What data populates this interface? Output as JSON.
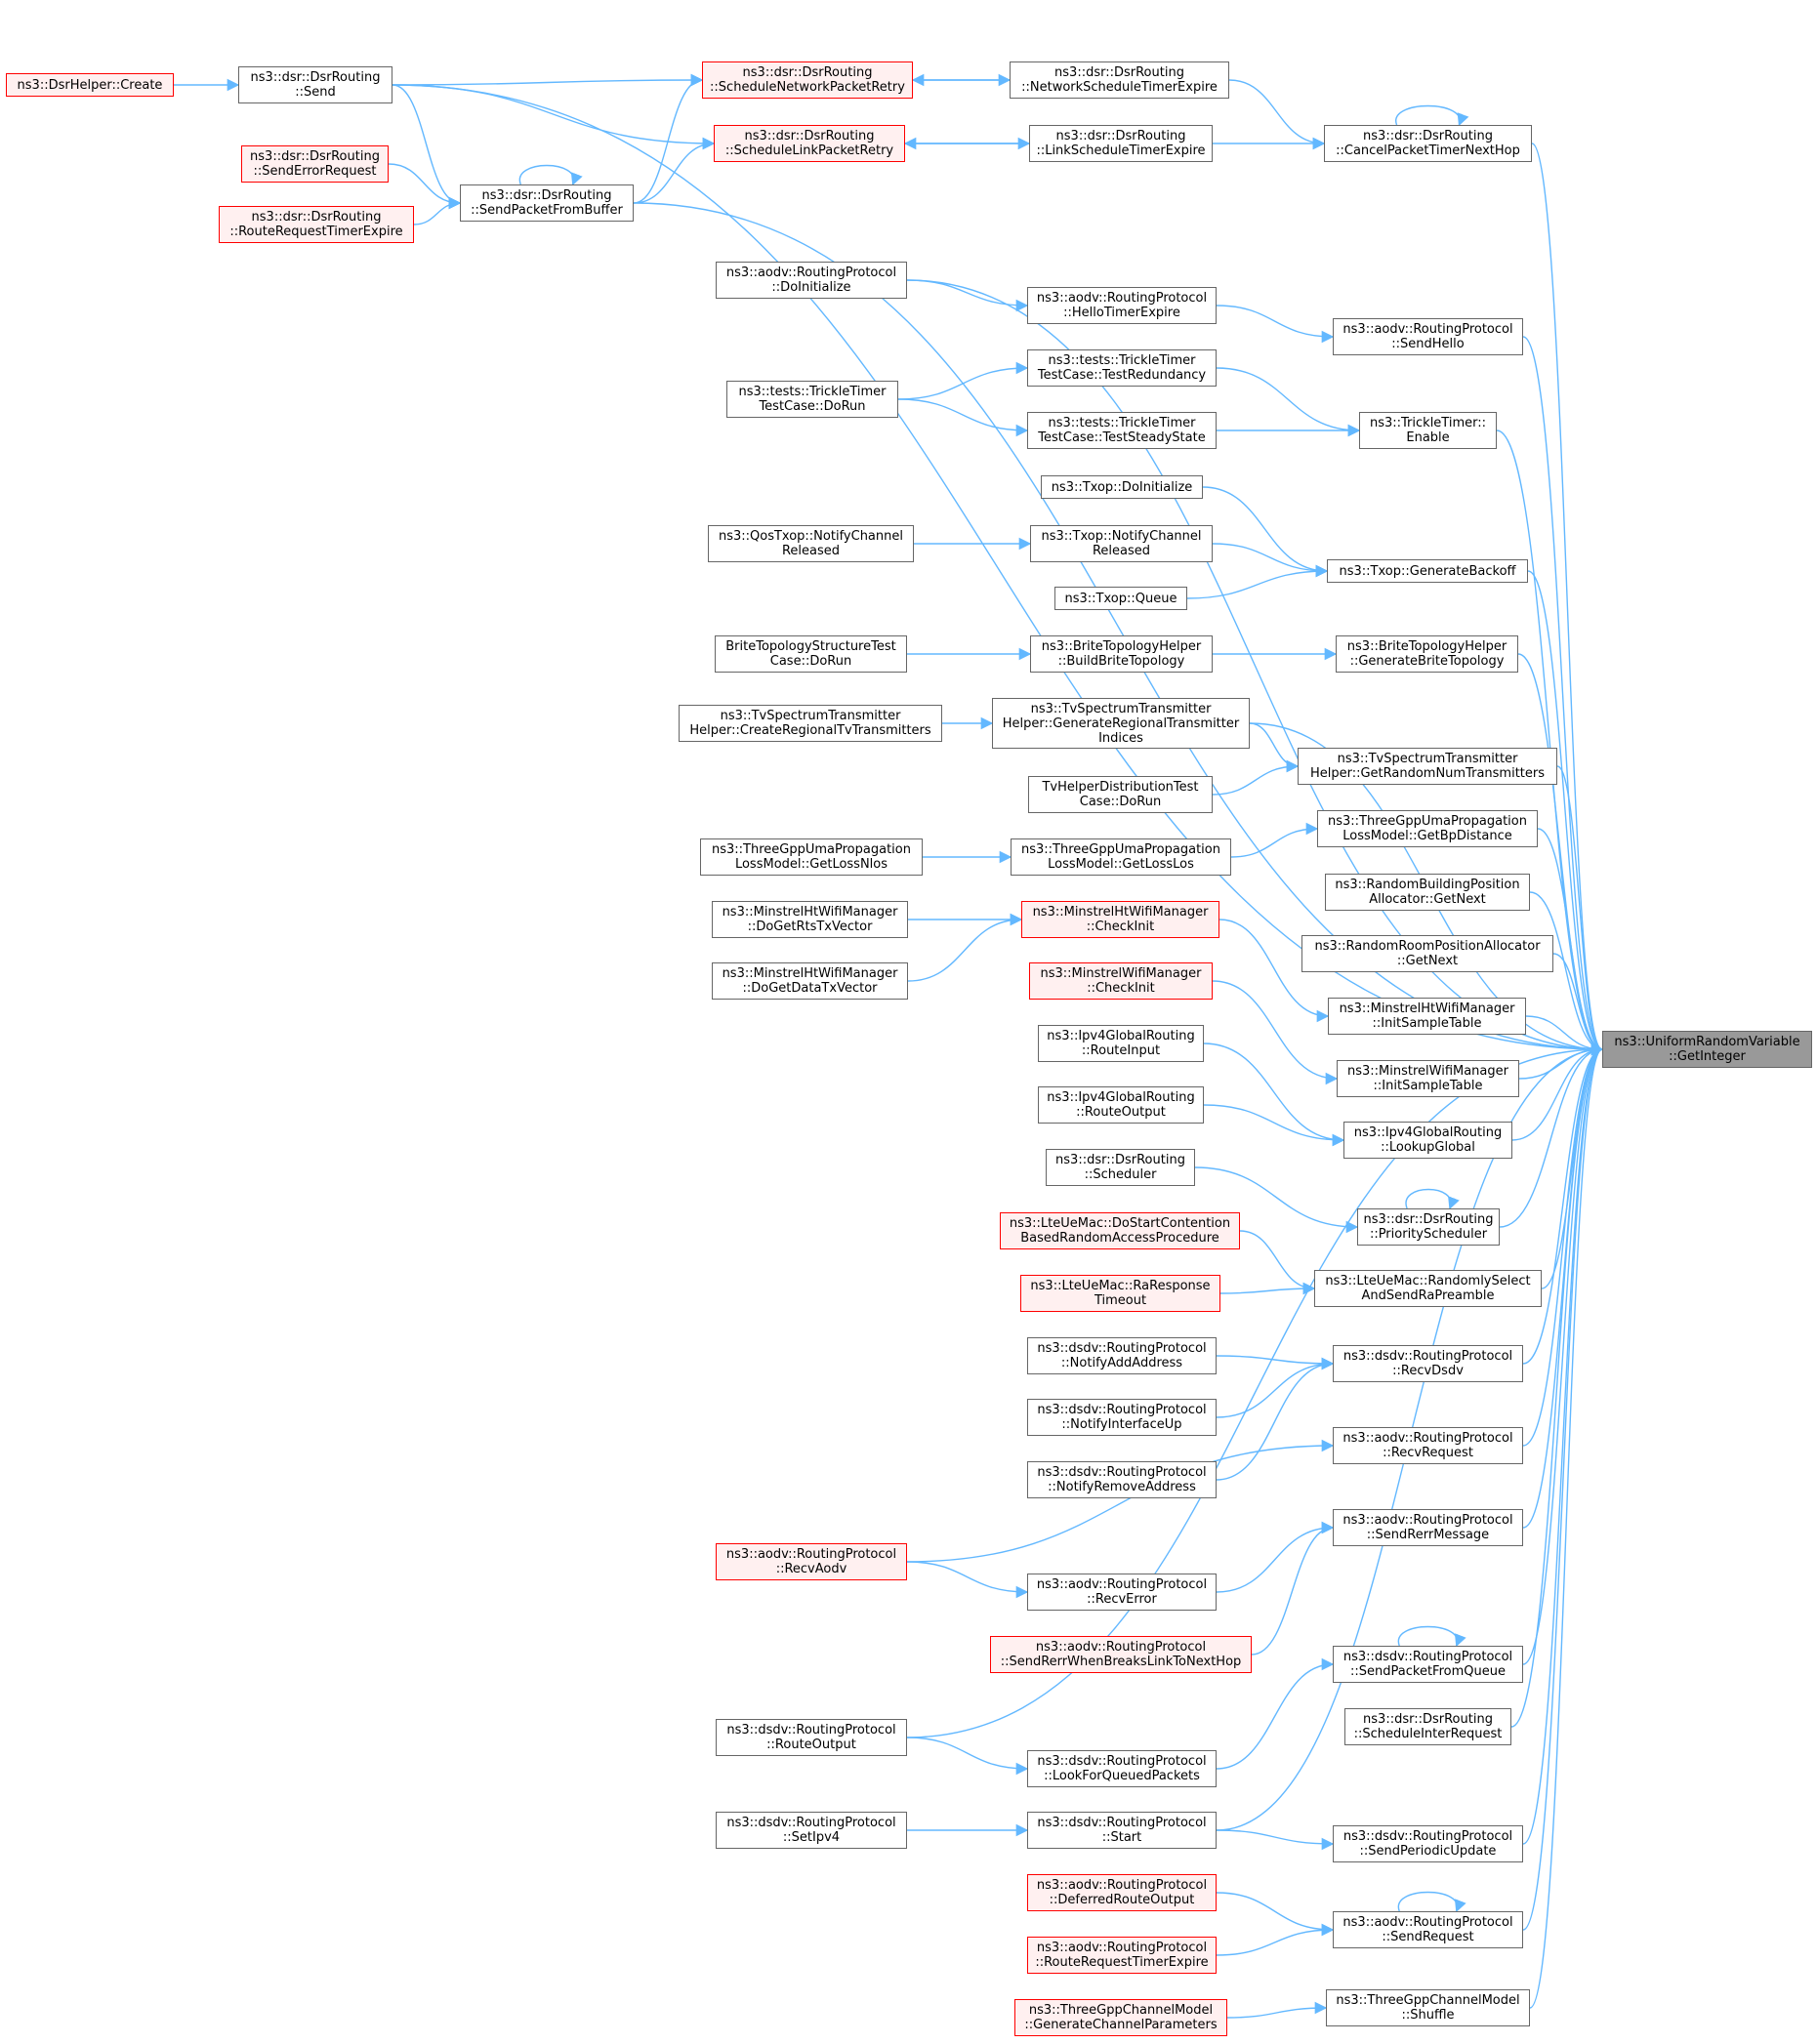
{
  "root": {
    "id": "root",
    "lines": [
      "ns3::UniformRandomVariable",
      "::GetInteger"
    ]
  },
  "nodes": [
    {
      "id": "dsrhelper_create",
      "lines": [
        "ns3::DsrHelper::Create"
      ],
      "red": true
    },
    {
      "id": "dsr_send",
      "lines": [
        "ns3::dsr::DsrRouting",
        "::Send"
      ]
    },
    {
      "id": "dsr_senderror",
      "lines": [
        "ns3::dsr::DsrRouting",
        "::SendErrorRequest"
      ],
      "red": true
    },
    {
      "id": "dsr_routereqtimer",
      "lines": [
        "ns3::dsr::DsrRouting",
        "::RouteRequestTimerExpire"
      ],
      "red": true
    },
    {
      "id": "dsr_sendpktbuf",
      "lines": [
        "ns3::dsr::DsrRouting",
        "::SendPacketFromBuffer"
      ]
    },
    {
      "id": "dsr_schednetretry",
      "lines": [
        "ns3::dsr::DsrRouting",
        "::ScheduleNetworkPacketRetry"
      ],
      "red": true
    },
    {
      "id": "dsr_schedlinkretry",
      "lines": [
        "ns3::dsr::DsrRouting",
        "::ScheduleLinkPacketRetry"
      ],
      "red": true
    },
    {
      "id": "dsr_netschedtimer",
      "lines": [
        "ns3::dsr::DsrRouting",
        "::NetworkScheduleTimerExpire"
      ]
    },
    {
      "id": "dsr_linkschedtimer",
      "lines": [
        "ns3::dsr::DsrRouting",
        "::LinkScheduleTimerExpire"
      ]
    },
    {
      "id": "dsr_cancelpkt",
      "lines": [
        "ns3::dsr::DsrRouting",
        "::CancelPacketTimerNextHop"
      ]
    },
    {
      "id": "aodv_doinit",
      "lines": [
        "ns3::aodv::RoutingProtocol",
        "::DoInitialize"
      ]
    },
    {
      "id": "aodv_hellotimer",
      "lines": [
        "ns3::aodv::RoutingProtocol",
        "::HelloTimerExpire"
      ]
    },
    {
      "id": "aodv_sendhello",
      "lines": [
        "ns3::aodv::RoutingProtocol",
        "::SendHello"
      ]
    },
    {
      "id": "trickle_dorun",
      "lines": [
        "ns3::tests::TrickleTimer",
        "TestCase::DoRun"
      ]
    },
    {
      "id": "trickle_redund",
      "lines": [
        "ns3::tests::TrickleTimer",
        "TestCase::TestRedundancy"
      ]
    },
    {
      "id": "trickle_steady",
      "lines": [
        "ns3::tests::TrickleTimer",
        "TestCase::TestSteadyState"
      ]
    },
    {
      "id": "trickle_enable",
      "lines": [
        "ns3::TrickleTimer::",
        "Enable"
      ]
    },
    {
      "id": "txop_doinit",
      "lines": [
        "ns3::Txop::DoInitialize"
      ]
    },
    {
      "id": "qostxop_notify",
      "lines": [
        "ns3::QosTxop::NotifyChannel",
        "Released"
      ]
    },
    {
      "id": "txop_notify",
      "lines": [
        "ns3::Txop::NotifyChannel",
        "Released"
      ]
    },
    {
      "id": "txop_queue",
      "lines": [
        "ns3::Txop::Queue"
      ]
    },
    {
      "id": "txop_genbackoff",
      "lines": [
        "ns3::Txop::GenerateBackoff"
      ]
    },
    {
      "id": "brite_test_dorun",
      "lines": [
        "BriteTopologyStructureTest",
        "Case::DoRun"
      ]
    },
    {
      "id": "brite_build",
      "lines": [
        "ns3::BriteTopologyHelper",
        "::BuildBriteTopology"
      ]
    },
    {
      "id": "brite_generate",
      "lines": [
        "ns3::BriteTopologyHelper",
        "::GenerateBriteTopology"
      ]
    },
    {
      "id": "tv_createregional",
      "lines": [
        "ns3::TvSpectrumTransmitter",
        "Helper::CreateRegionalTvTransmitters"
      ]
    },
    {
      "id": "tv_genregional",
      "lines": [
        "ns3::TvSpectrumTransmitter",
        "Helper::GenerateRegionalTransmitter",
        "Indices"
      ]
    },
    {
      "id": "tv_getrandom",
      "lines": [
        "ns3::TvSpectrumTransmitter",
        "Helper::GetRandomNumTransmitters"
      ]
    },
    {
      "id": "tvhelper_dorun",
      "lines": [
        "TvHelperDistributionTest",
        "Case::DoRun"
      ]
    },
    {
      "id": "uma_getlossnlos",
      "lines": [
        "ns3::ThreeGppUmaPropagation",
        "LossModel::GetLossNlos"
      ]
    },
    {
      "id": "uma_getlosslos",
      "lines": [
        "ns3::ThreeGppUmaPropagation",
        "LossModel::GetLossLos"
      ]
    },
    {
      "id": "uma_getbp",
      "lines": [
        "ns3::ThreeGppUmaPropagation",
        "LossModel::GetBpDistance"
      ]
    },
    {
      "id": "randbuilding",
      "lines": [
        "ns3::RandomBuildingPosition",
        "Allocator::GetNext"
      ]
    },
    {
      "id": "randroom",
      "lines": [
        "ns3::RandomRoomPositionAllocator",
        "::GetNext"
      ]
    },
    {
      "id": "mht_dogetrts",
      "lines": [
        "ns3::MinstrelHtWifiManager",
        "::DoGetRtsTxVector"
      ]
    },
    {
      "id": "mht_dogetdata",
      "lines": [
        "ns3::MinstrelHtWifiManager",
        "::DoGetDataTxVector"
      ]
    },
    {
      "id": "mht_checkinit",
      "lines": [
        "ns3::MinstrelHtWifiManager",
        "::CheckInit"
      ],
      "red": true
    },
    {
      "id": "mw_checkinit",
      "lines": [
        "ns3::MinstrelWifiManager",
        "::CheckInit"
      ],
      "red": true
    },
    {
      "id": "mht_initsample",
      "lines": [
        "ns3::MinstrelHtWifiManager",
        "::InitSampleTable"
      ]
    },
    {
      "id": "mw_initsample",
      "lines": [
        "ns3::MinstrelWifiManager",
        "::InitSampleTable"
      ]
    },
    {
      "id": "ipv4g_routeinput",
      "lines": [
        "ns3::Ipv4GlobalRouting",
        "::RouteInput"
      ]
    },
    {
      "id": "ipv4g_routeoutput",
      "lines": [
        "ns3::Ipv4GlobalRouting",
        "::RouteOutput"
      ]
    },
    {
      "id": "ipv4g_lookup",
      "lines": [
        "ns3::Ipv4GlobalRouting",
        "::LookupGlobal"
      ]
    },
    {
      "id": "dsr_scheduler",
      "lines": [
        "ns3::dsr::DsrRouting",
        "::Scheduler"
      ]
    },
    {
      "id": "dsr_priosched",
      "lines": [
        "ns3::dsr::DsrRouting",
        "::PriorityScheduler"
      ]
    },
    {
      "id": "lte_dostart",
      "lines": [
        "ns3::LteUeMac::DoStartContention",
        "BasedRandomAccessProcedure"
      ],
      "red": true
    },
    {
      "id": "lte_raresp",
      "lines": [
        "ns3::LteUeMac::RaResponse",
        "Timeout"
      ],
      "red": true
    },
    {
      "id": "lte_randsel",
      "lines": [
        "ns3::LteUeMac::RandomlySelect",
        "AndSendRaPreamble"
      ]
    },
    {
      "id": "dsdv_notifyadd",
      "lines": [
        "ns3::dsdv::RoutingProtocol",
        "::NotifyAddAddress"
      ]
    },
    {
      "id": "dsdv_notifyif",
      "lines": [
        "ns3::dsdv::RoutingProtocol",
        "::NotifyInterfaceUp"
      ]
    },
    {
      "id": "dsdv_notifyrem",
      "lines": [
        "ns3::dsdv::RoutingProtocol",
        "::NotifyRemoveAddress"
      ]
    },
    {
      "id": "dsdv_recvdsdv",
      "lines": [
        "ns3::dsdv::RoutingProtocol",
        "::RecvDsdv"
      ]
    },
    {
      "id": "aodv_recvreq",
      "lines": [
        "ns3::aodv::RoutingProtocol",
        "::RecvRequest"
      ]
    },
    {
      "id": "aodv_recvaodv",
      "lines": [
        "ns3::aodv::RoutingProtocol",
        "::RecvAodv"
      ],
      "red": true
    },
    {
      "id": "aodv_recverror",
      "lines": [
        "ns3::aodv::RoutingProtocol",
        "::RecvError"
      ]
    },
    {
      "id": "aodv_senderrwhen",
      "lines": [
        "ns3::aodv::RoutingProtocol",
        "::SendRerrWhenBreaksLinkToNextHop"
      ],
      "red": true
    },
    {
      "id": "aodv_sendrerr",
      "lines": [
        "ns3::aodv::RoutingProtocol",
        "::SendRerrMessage"
      ]
    },
    {
      "id": "dsdv_sendpktq",
      "lines": [
        "ns3::dsdv::RoutingProtocol",
        "::SendPacketFromQueue"
      ]
    },
    {
      "id": "dsr_schedinter",
      "lines": [
        "ns3::dsr::DsrRouting",
        "::ScheduleInterRequest"
      ]
    },
    {
      "id": "dsdv_routeoutput",
      "lines": [
        "ns3::dsdv::RoutingProtocol",
        "::RouteOutput"
      ]
    },
    {
      "id": "dsdv_lookfor",
      "lines": [
        "ns3::dsdv::RoutingProtocol",
        "::LookForQueuedPackets"
      ]
    },
    {
      "id": "dsdv_setipv4",
      "lines": [
        "ns3::dsdv::RoutingProtocol",
        "::SetIpv4"
      ]
    },
    {
      "id": "dsdv_start",
      "lines": [
        "ns3::dsdv::RoutingProtocol",
        "::Start"
      ]
    },
    {
      "id": "dsdv_sendperiodic",
      "lines": [
        "ns3::dsdv::RoutingProtocol",
        "::SendPeriodicUpdate"
      ]
    },
    {
      "id": "aodv_deferred",
      "lines": [
        "ns3::aodv::RoutingProtocol",
        "::DeferredRouteOutput"
      ],
      "red": true
    },
    {
      "id": "aodv_routereqtimer",
      "lines": [
        "ns3::aodv::RoutingProtocol",
        "::RouteRequestTimerExpire"
      ],
      "red": true
    },
    {
      "id": "aodv_sendreq",
      "lines": [
        "ns3::aodv::RoutingProtocol",
        "::SendRequest"
      ]
    },
    {
      "id": "gpp_genchannel",
      "lines": [
        "ns3::ThreeGppChannelModel",
        "::GenerateChannelParameters"
      ],
      "red": true
    },
    {
      "id": "gpp_shuffle",
      "lines": [
        "ns3::ThreeGppChannelModel",
        "::Shuffle"
      ]
    }
  ],
  "edges": [
    [
      "dsr_send",
      "dsrhelper_create"
    ],
    [
      "dsr_sendpktbuf",
      "dsr_send"
    ],
    [
      "dsr_sendpktbuf",
      "dsr_senderror"
    ],
    [
      "dsr_sendpktbuf",
      "dsr_routereqtimer"
    ],
    [
      "dsr_sendpktbuf",
      "dsr_sendpktbuf"
    ],
    [
      "dsr_schednetretry",
      "dsr_send"
    ],
    [
      "dsr_schednetretry",
      "dsr_sendpktbuf"
    ],
    [
      "dsr_schednetretry",
      "dsr_netschedtimer"
    ],
    [
      "dsr_schedlinkretry",
      "dsr_send"
    ],
    [
      "dsr_schedlinkretry",
      "dsr_sendpktbuf"
    ],
    [
      "dsr_schedlinkretry",
      "dsr_linkschedtimer"
    ],
    [
      "dsr_netschedtimer",
      "dsr_schednetretry"
    ],
    [
      "dsr_linkschedtimer",
      "dsr_schedlinkretry"
    ],
    [
      "dsr_cancelpkt",
      "dsr_netschedtimer"
    ],
    [
      "dsr_cancelpkt",
      "dsr_linkschedtimer"
    ],
    [
      "dsr_cancelpkt",
      "dsr_cancelpkt"
    ],
    [
      "aodv_hellotimer",
      "aodv_doinit"
    ],
    [
      "aodv_sendhello",
      "aodv_hellotimer"
    ],
    [
      "trickle_redund",
      "trickle_dorun"
    ],
    [
      "trickle_steady",
      "trickle_dorun"
    ],
    [
      "trickle_enable",
      "trickle_redund"
    ],
    [
      "trickle_enable",
      "trickle_steady"
    ],
    [
      "txop_notify",
      "qostxop_notify"
    ],
    [
      "txop_genbackoff",
      "txop_doinit"
    ],
    [
      "txop_genbackoff",
      "txop_notify"
    ],
    [
      "txop_genbackoff",
      "txop_queue"
    ],
    [
      "brite_build",
      "brite_test_dorun"
    ],
    [
      "brite_generate",
      "brite_build"
    ],
    [
      "tv_genregional",
      "tv_createregional"
    ],
    [
      "tv_getrandom",
      "tv_genregional"
    ],
    [
      "tv_getrandom",
      "tvhelper_dorun"
    ],
    [
      "uma_getlosslos",
      "uma_getlossnlos"
    ],
    [
      "uma_getbp",
      "uma_getlosslos"
    ],
    [
      "mht_checkinit",
      "mht_dogetrts"
    ],
    [
      "mht_checkinit",
      "mht_dogetdata"
    ],
    [
      "mht_initsample",
      "mht_checkinit"
    ],
    [
      "mw_initsample",
      "mw_checkinit"
    ],
    [
      "ipv4g_lookup",
      "ipv4g_routeinput"
    ],
    [
      "ipv4g_lookup",
      "ipv4g_routeoutput"
    ],
    [
      "dsr_priosched",
      "dsr_scheduler"
    ],
    [
      "dsr_priosched",
      "dsr_priosched"
    ],
    [
      "lte_randsel",
      "lte_dostart"
    ],
    [
      "lte_randsel",
      "lte_raresp"
    ],
    [
      "dsdv_recvdsdv",
      "dsdv_notifyadd"
    ],
    [
      "dsdv_recvdsdv",
      "dsdv_notifyif"
    ],
    [
      "dsdv_recvdsdv",
      "dsdv_notifyrem"
    ],
    [
      "aodv_recvreq",
      "aodv_recvaodv"
    ],
    [
      "aodv_recverror",
      "aodv_recvaodv"
    ],
    [
      "aodv_sendrerr",
      "aodv_recverror"
    ],
    [
      "aodv_sendrerr",
      "aodv_senderrwhen"
    ],
    [
      "dsdv_sendpktq",
      "dsdv_lookfor"
    ],
    [
      "dsdv_sendpktq",
      "dsdv_sendpktq"
    ],
    [
      "dsdv_lookfor",
      "dsdv_routeoutput"
    ],
    [
      "dsdv_start",
      "dsdv_setipv4"
    ],
    [
      "dsdv_sendperiodic",
      "dsdv_start"
    ],
    [
      "aodv_sendreq",
      "aodv_deferred"
    ],
    [
      "aodv_sendreq",
      "aodv_routereqtimer"
    ],
    [
      "aodv_sendreq",
      "aodv_sendreq"
    ],
    [
      "gpp_shuffle",
      "gpp_genchannel"
    ],
    [
      "root",
      "dsr_send"
    ],
    [
      "root",
      "dsr_sendpktbuf"
    ],
    [
      "root",
      "dsr_cancelpkt"
    ],
    [
      "root",
      "aodv_doinit"
    ],
    [
      "root",
      "aodv_sendhello"
    ],
    [
      "root",
      "trickle_enable"
    ],
    [
      "root",
      "txop_genbackoff"
    ],
    [
      "root",
      "brite_generate"
    ],
    [
      "root",
      "tv_genregional"
    ],
    [
      "root",
      "tv_getrandom"
    ],
    [
      "root",
      "uma_getbp"
    ],
    [
      "root",
      "randbuilding"
    ],
    [
      "root",
      "randroom"
    ],
    [
      "root",
      "mht_initsample"
    ],
    [
      "root",
      "mw_initsample"
    ],
    [
      "root",
      "ipv4g_lookup"
    ],
    [
      "root",
      "dsr_priosched"
    ],
    [
      "root",
      "lte_randsel"
    ],
    [
      "root",
      "dsdv_recvdsdv"
    ],
    [
      "root",
      "aodv_recvreq"
    ],
    [
      "root",
      "aodv_sendrerr"
    ],
    [
      "root",
      "dsdv_routeoutput"
    ],
    [
      "root",
      "dsdv_sendpktq"
    ],
    [
      "root",
      "dsr_schedinter"
    ],
    [
      "root",
      "dsdv_start"
    ],
    [
      "root",
      "dsdv_sendperiodic"
    ],
    [
      "root",
      "aodv_sendreq"
    ],
    [
      "root",
      "gpp_shuffle"
    ]
  ],
  "colors": {
    "edge": "#63b8ff",
    "node_border": "#666666",
    "red_border": "#ff0000",
    "red_fill": "#fff0f0",
    "root_fill": "#999999"
  }
}
